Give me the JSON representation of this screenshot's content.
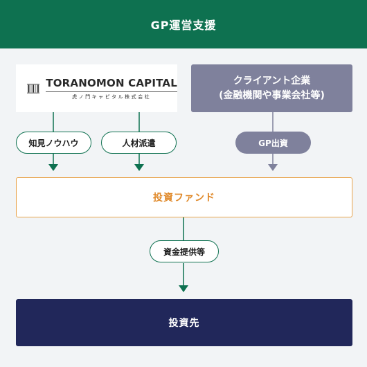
{
  "header": {
    "title": "GP運営支援"
  },
  "logo": {
    "name": "TORANOMON CAPITAL",
    "subtitle": "虎ノ門キャピタル株式会社"
  },
  "client": {
    "line1": "クライアント企業",
    "line2": "(金融機関や事業会社等)"
  },
  "flows": {
    "knowhow": "知見ノウハウ",
    "staff": "人材派遣",
    "gp_investment": "GP出資",
    "funding": "資金提供等"
  },
  "fund": {
    "label": "投資ファンド"
  },
  "target": {
    "label": "投資先"
  },
  "colors": {
    "brand_green": "#0e7150",
    "client_gray": "#7f819c",
    "fund_orange": "#e0892a",
    "target_navy": "#21275a"
  }
}
